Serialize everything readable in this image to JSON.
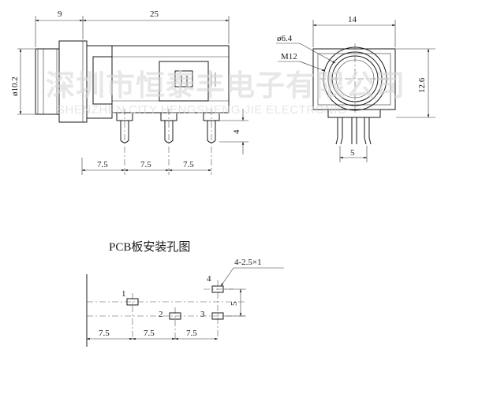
{
  "views": {
    "side": {
      "dim_top_left": "9",
      "dim_top_right": "25",
      "dim_left_dia": "ø10.2",
      "dim_pin_len": "4",
      "dim_pitch_1": "7.5",
      "dim_pitch_2": "7.5",
      "dim_pitch_3": "7.5"
    },
    "front": {
      "dim_width": "14",
      "dim_bore": "ø6.4",
      "dim_thread": "M12",
      "dim_height": "12.6",
      "dim_pin_pitch": "5"
    }
  },
  "pcb": {
    "title": "PCB板安装孔图",
    "hole_spec": "4-2.5×1",
    "pins": [
      "1",
      "2",
      "3",
      "4"
    ],
    "dim_vertical": "5",
    "dim_pitch_1": "7.5",
    "dim_pitch_2": "7.5",
    "dim_pitch_3": "7.5"
  },
  "watermark": {
    "company_cn": "深圳市恒泰丰电子有限公司",
    "company_en": "SHENZHEN CITY HENGSHENG JIE ELECTRONIC"
  }
}
